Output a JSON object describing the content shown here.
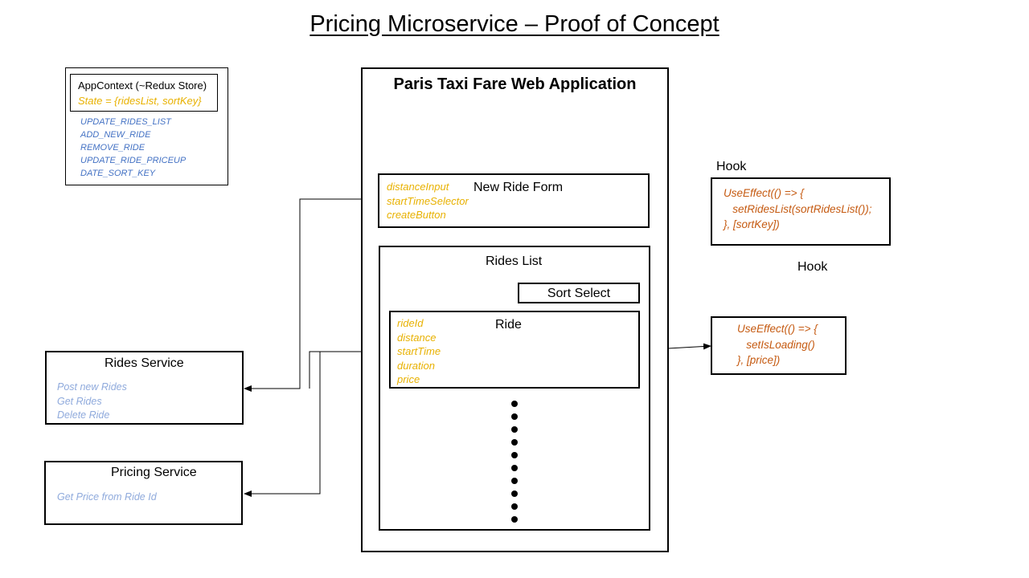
{
  "title": "Pricing Microservice – Proof of Concept",
  "app_context": {
    "title": "AppContext (~Redux Store)",
    "state": "State = {ridesList, sortKey}",
    "actions": [
      "UPDATE_RIDES_LIST",
      "ADD_NEW_RIDE",
      "REMOVE_RIDE",
      "UPDATE_RIDE_PRICEUP",
      "DATE_SORT_KEY"
    ]
  },
  "web_app": {
    "title": "Paris Taxi Fare Web Application",
    "new_ride_form": {
      "title": "New Ride Form",
      "fields": [
        "distanceInput",
        "startTimeSelector",
        "createButton"
      ]
    },
    "rides_list": {
      "title": "Rides List",
      "sort_select": "Sort Select",
      "ride": {
        "title": "Ride",
        "fields": [
          "rideId",
          "distance",
          "startTime",
          "duration",
          "price"
        ]
      }
    }
  },
  "rides_service": {
    "title": "Rides Service",
    "endpoints": [
      "Post new Rides",
      "Get Rides",
      "Delete Ride"
    ]
  },
  "pricing_service": {
    "title": "Pricing Service",
    "endpoints": [
      "Get Price from Ride Id"
    ]
  },
  "hook_sort": {
    "label": "Hook",
    "code": [
      "UseEffect(() => {",
      "   setRidesList(sortRidesList());",
      "}, [sortKey])"
    ]
  },
  "hook_price": {
    "label": "Hook",
    "code": [
      "UseEffect(() => {",
      "   setIsLoading()",
      "}, [price])"
    ]
  },
  "colors": {
    "field_yellow": "#e8b100",
    "action_blue": "#4472c4",
    "endpoint_light_blue": "#8faadc",
    "code_orange": "#c55a11"
  }
}
